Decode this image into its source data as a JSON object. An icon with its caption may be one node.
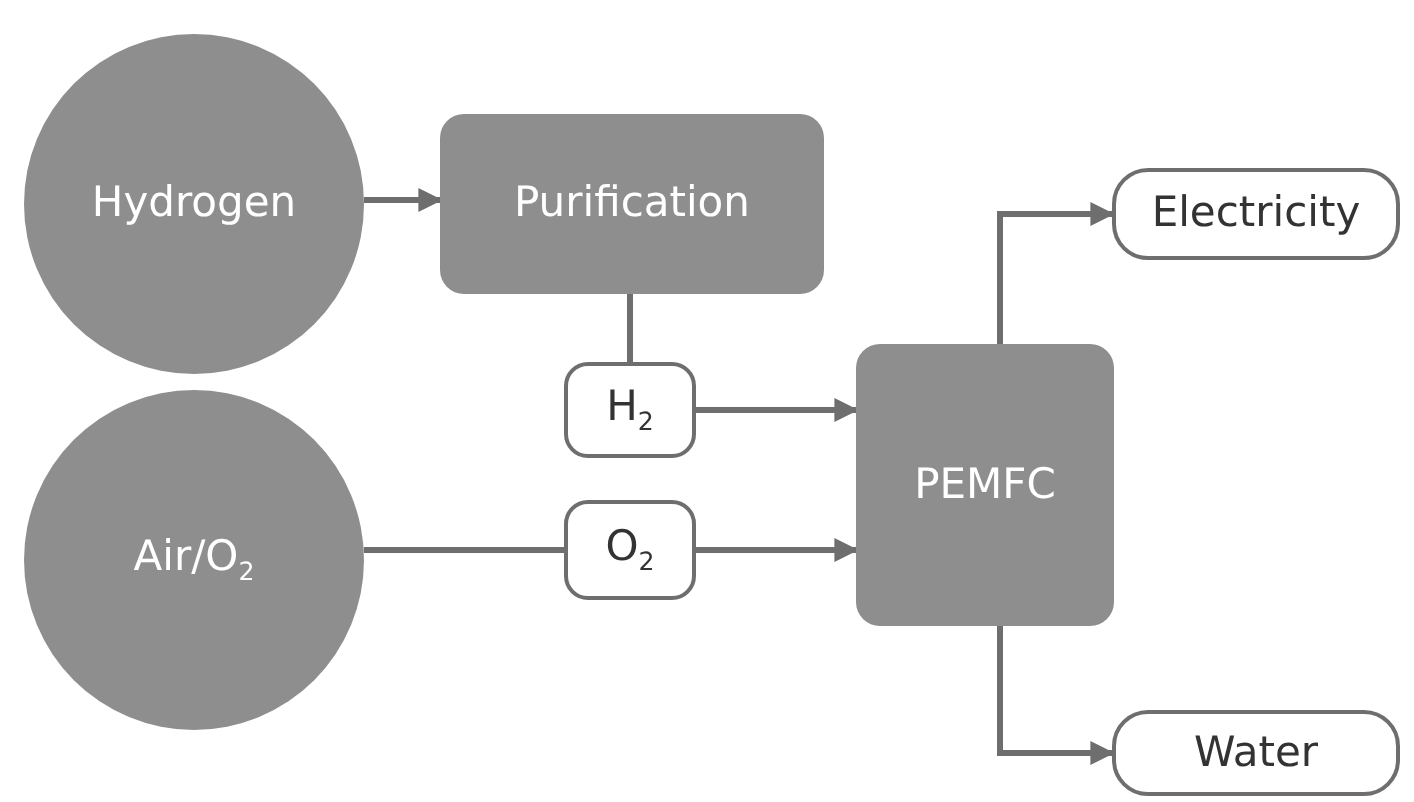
{
  "diagram": {
    "nodes": [
      {
        "text": [
          "Hydrogen"
        ]
      },
      {
        "text": [
          "Purification"
        ]
      },
      {
        "text": [
          "Air/O$_{2}$"
        ]
      },
      {
        "text": [
          "H$_{2}$"
        ]
      },
      {
        "text": [
          "O$_{2}$"
        ]
      },
      {
        "text": [
          "PEMFC"
        ]
      },
      {
        "text": [
          "Electricity"
        ]
      },
      {
        "text": [
          "Water"
        ]
      }
    ],
    "edges": [
      {
        "from": 0,
        "to": 1,
        "arrow": "to"
      },
      {
        "from": 1,
        "to": 3,
        "arrow": "none"
      },
      {
        "from": 3,
        "to": 5,
        "arrow": "to"
      },
      {
        "from": 2,
        "to": 4,
        "arrow": "none"
      },
      {
        "from": 4,
        "to": 5,
        "arrow": "to"
      },
      {
        "from": 5,
        "to": 6,
        "arrow": "to"
      },
      {
        "from": 5,
        "to": 7,
        "arrow": "to"
      }
    ]
  }
}
